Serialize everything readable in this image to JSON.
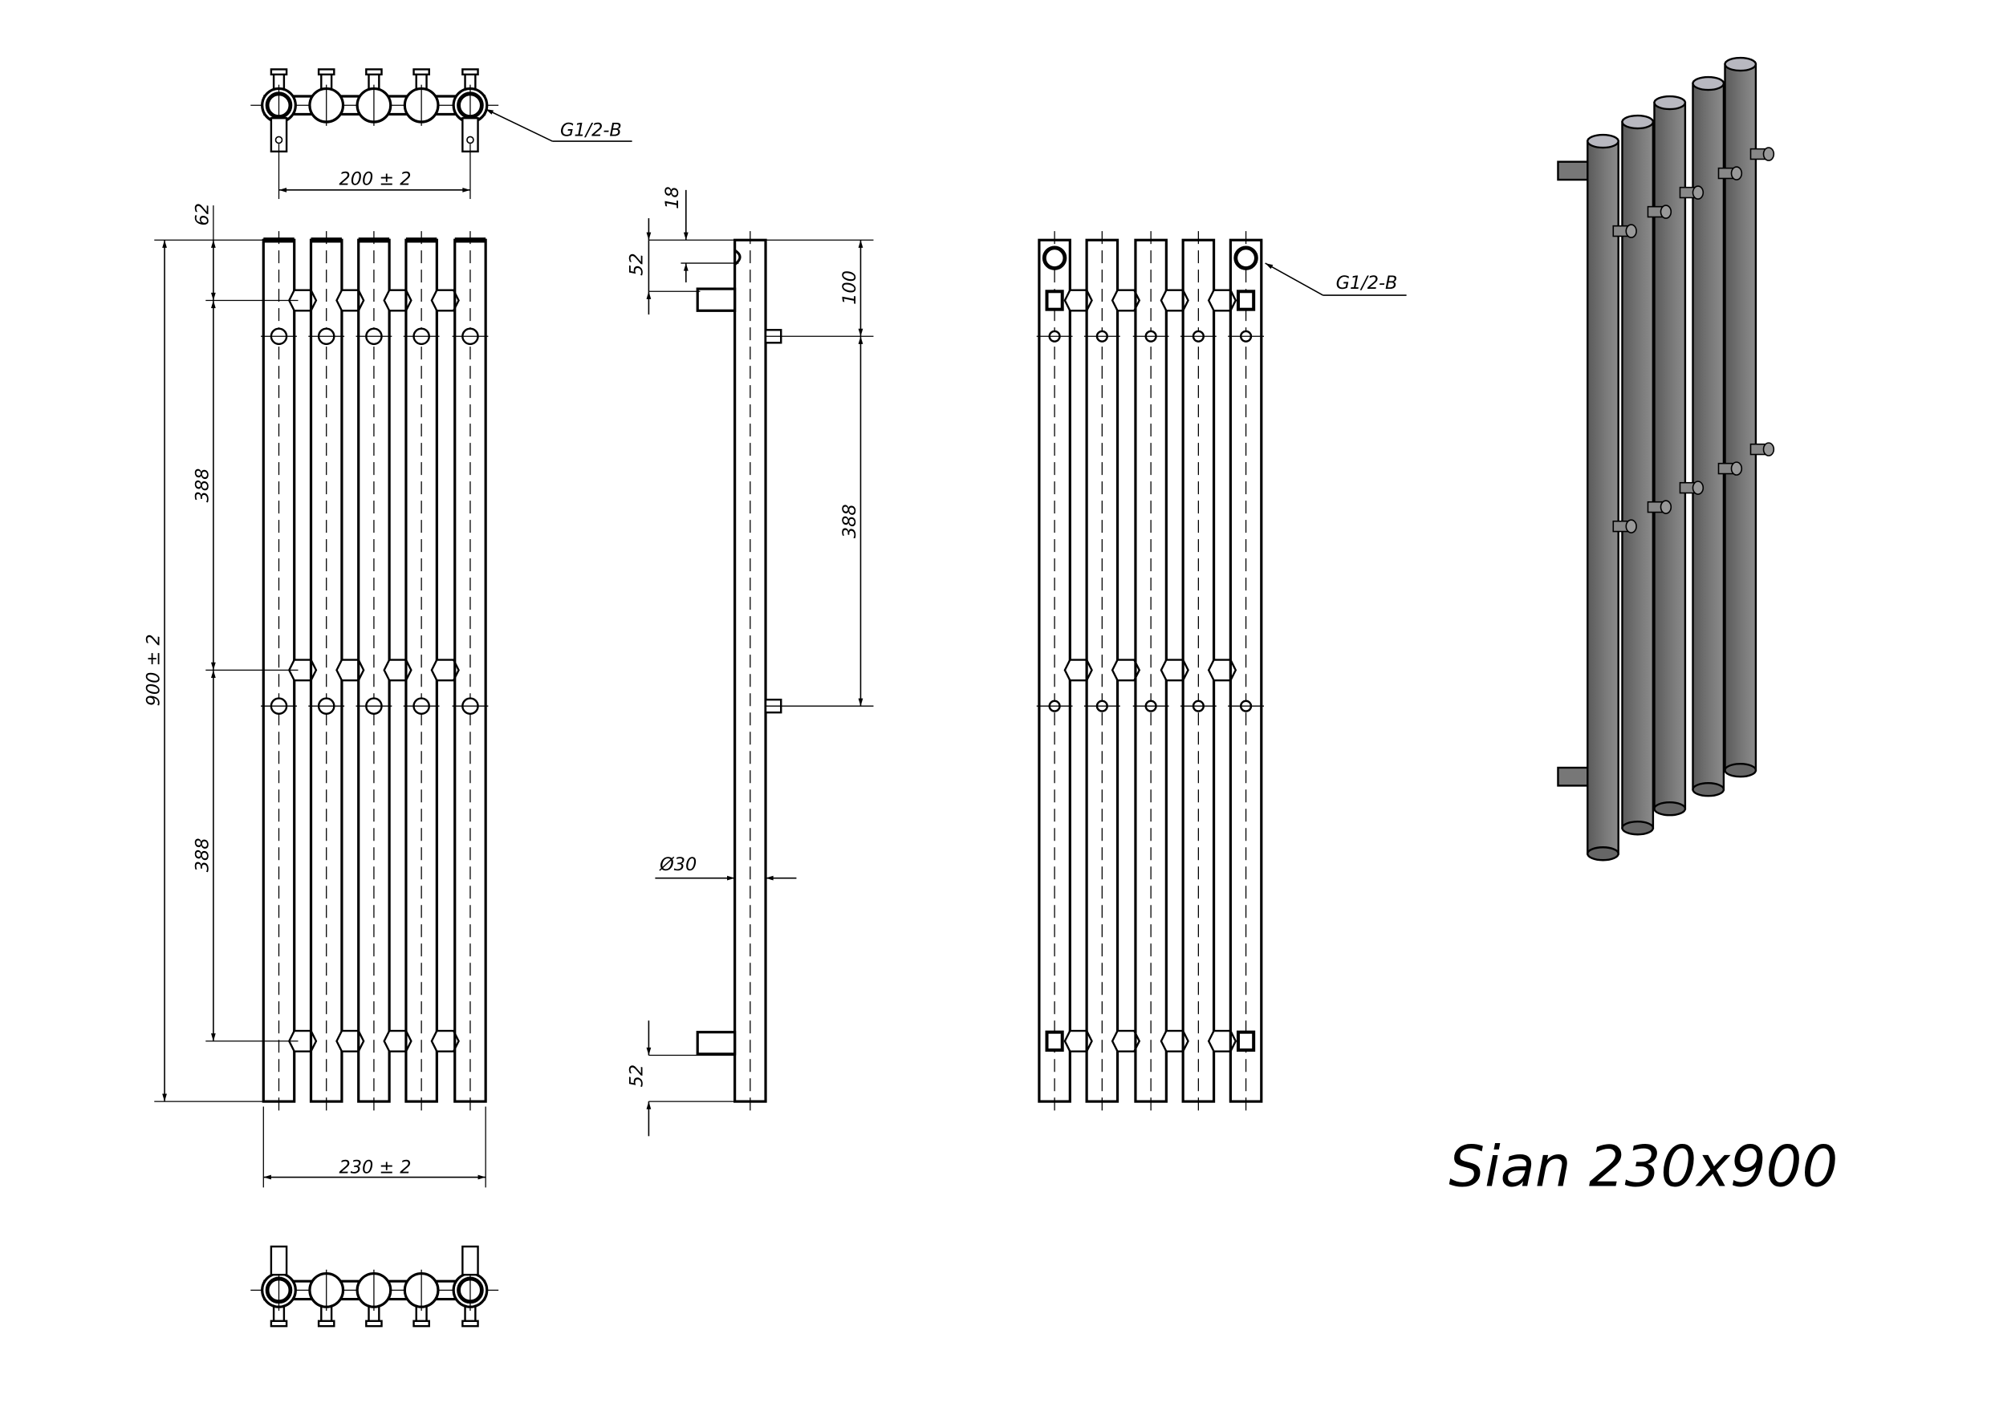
{
  "title": "Sian  230x900",
  "connection_label": "G1/2-B",
  "dimensions": {
    "top_width": "200 ± 2",
    "bottom_width": "230 ± 2",
    "overall_height": "900 ± 2",
    "top_offset": "62",
    "spacing_1": "388",
    "spacing_2": "388",
    "side_top_18": "18",
    "side_top_52": "52",
    "side_100": "100",
    "side_388": "388",
    "diameter": "Ø30",
    "side_bottom_52": "52"
  },
  "colors": {
    "line": "#000000",
    "tube_dark": "#5a5a5a",
    "tube_light": "#8c8c8c",
    "cap": "#b8b8c0"
  }
}
